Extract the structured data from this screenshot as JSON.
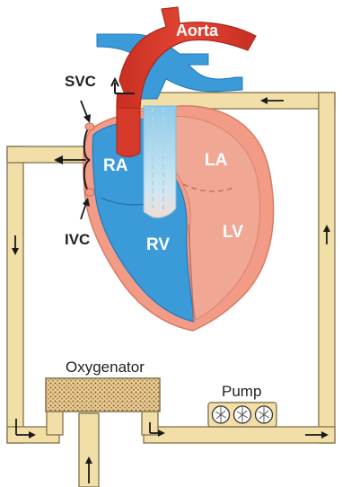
{
  "labels": {
    "aorta": "Aorta",
    "svc": "SVC",
    "ivc": "IVC",
    "ra": "RA",
    "rv": "RV",
    "la": "LA",
    "lv": "LV",
    "oxygenator": "Oxygenator",
    "pump": "Pump"
  },
  "colors": {
    "tube_fill": "#f2dfa8",
    "tube_stroke": "#8a7a55",
    "arrow": "#1a1a1a",
    "aorta": "#d63a2a",
    "aorta_dark": "#b02a1e",
    "venous_blue": "#3b9ad8",
    "venous_blue_dark": "#2279bd",
    "heart_outline": "#f29b86",
    "left_heart": "#f0a894",
    "label_text_light": "#ffffff",
    "label_text_dark": "#222222"
  }
}
